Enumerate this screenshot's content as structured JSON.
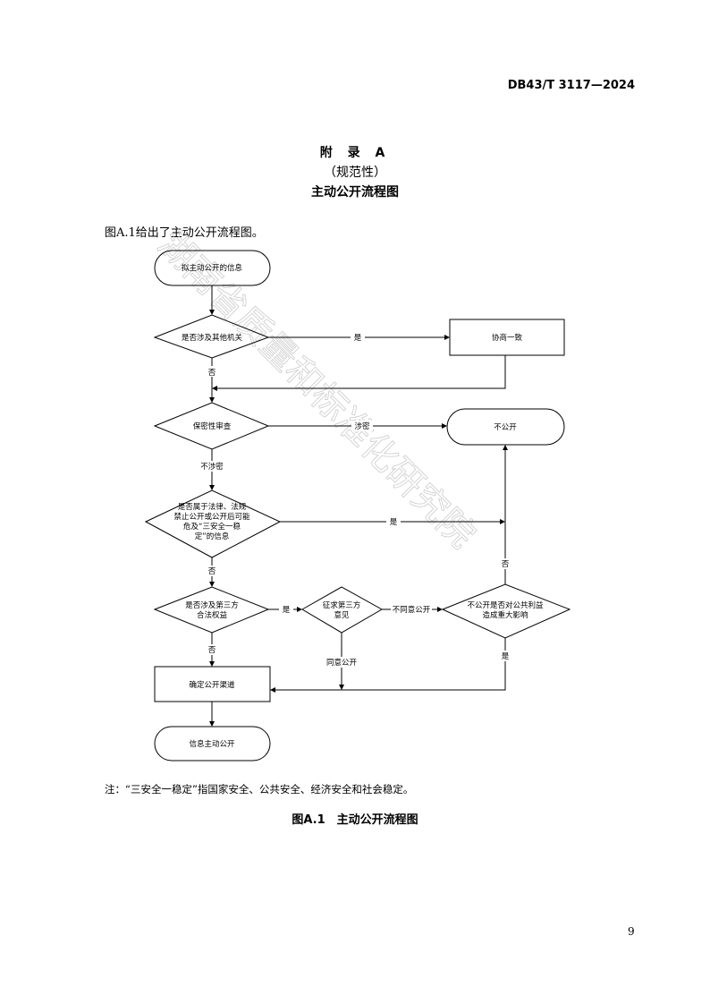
{
  "header": {
    "standard_no": "DB43/T 3117—2024"
  },
  "appendix": {
    "title": "附 录 A",
    "type": "（规范性）",
    "name": "主动公开流程图"
  },
  "intro": "图A.1给出了主动公开流程图。",
  "watermark": "湖南省质量和标准化研究院",
  "flowchart": {
    "start": "拟主动公开的信息",
    "d1": "是否涉及其他机关",
    "consult": "协商一致",
    "d2": "保密性审查",
    "no_disclose": "不公开",
    "d3": [
      "是否属于法律、法规",
      "禁止公开或公开后可能",
      "危及“三安全一稳",
      "定”的信息"
    ],
    "d4": [
      "是否涉及第三方",
      "合法权益"
    ],
    "d5": [
      "征求第三方",
      "意见"
    ],
    "d6": [
      "不公开是否对公共利益",
      "造成重大影响"
    ],
    "channel": "确定公开渠道",
    "end": "信息主动公开",
    "labels": {
      "yes": "是",
      "no": "否",
      "secret": "涉密",
      "not_secret": "不涉密",
      "disagree": "不同意公开",
      "agree": "同意公开"
    }
  },
  "note": "注：“三安全一稳定”指国家安全、公共安全、经济安全和社会稳定。",
  "caption": "图A.1　主动公开流程图",
  "page_number": "9"
}
